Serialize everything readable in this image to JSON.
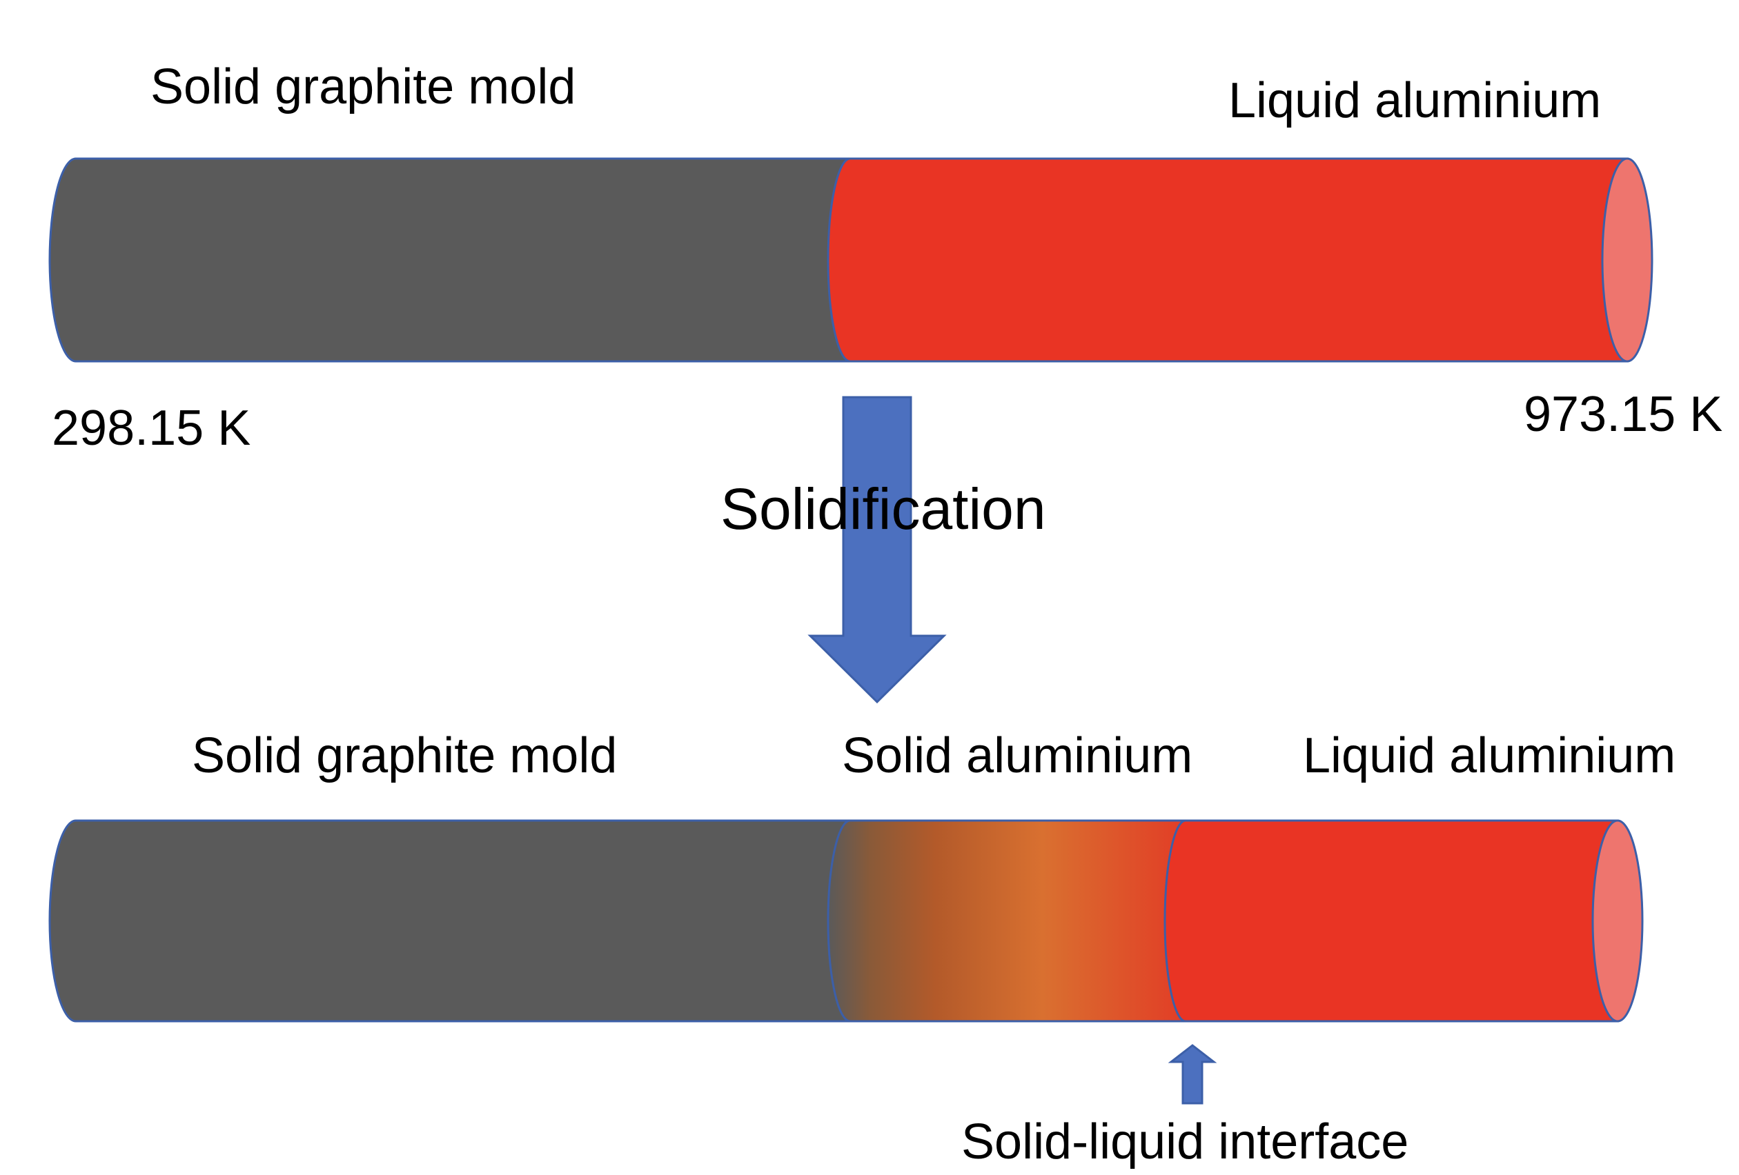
{
  "top": {
    "left_label": "Solid graphite mold",
    "right_label": "Liquid aluminium",
    "temp_left": "298.15 K",
    "temp_right": "973.15 K"
  },
  "process": {
    "label": "Solidification"
  },
  "bottom": {
    "left_label": "Solid graphite mold",
    "middle_label": "Solid aluminium",
    "right_label": "Liquid aluminium",
    "interface_label": "Solid-liquid interface"
  },
  "colors": {
    "graphite": "#5a5a5a",
    "liquid": "#e93424",
    "liquid_cap": "#ee756e",
    "solid_mid": "#d97030",
    "arrow": "#4c70bf",
    "outline": "#3c5fa8"
  }
}
